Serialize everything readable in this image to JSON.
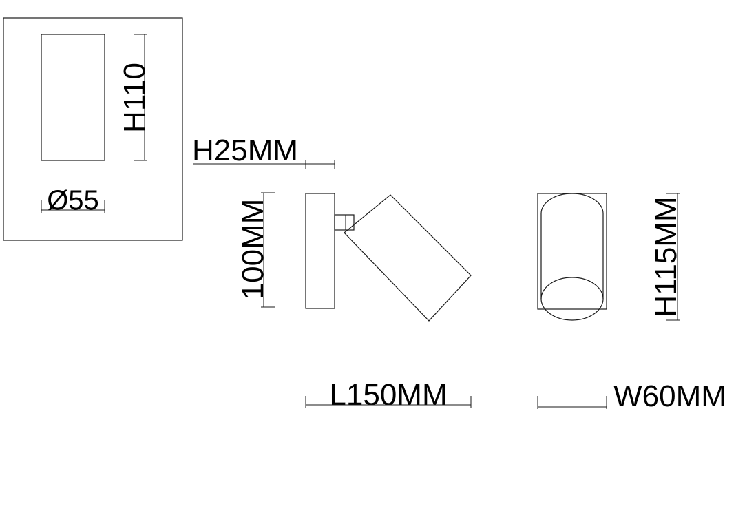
{
  "dimensions": {
    "box_height": "H110",
    "box_diameter": "Ø55",
    "base_depth": "H25MM",
    "base_height": "100MM",
    "length": "L150MM",
    "head_height": "H115MM",
    "width": "W60MM"
  },
  "colors": {
    "line": "#1a1a1a",
    "text": "#000000",
    "background": "#ffffff"
  }
}
